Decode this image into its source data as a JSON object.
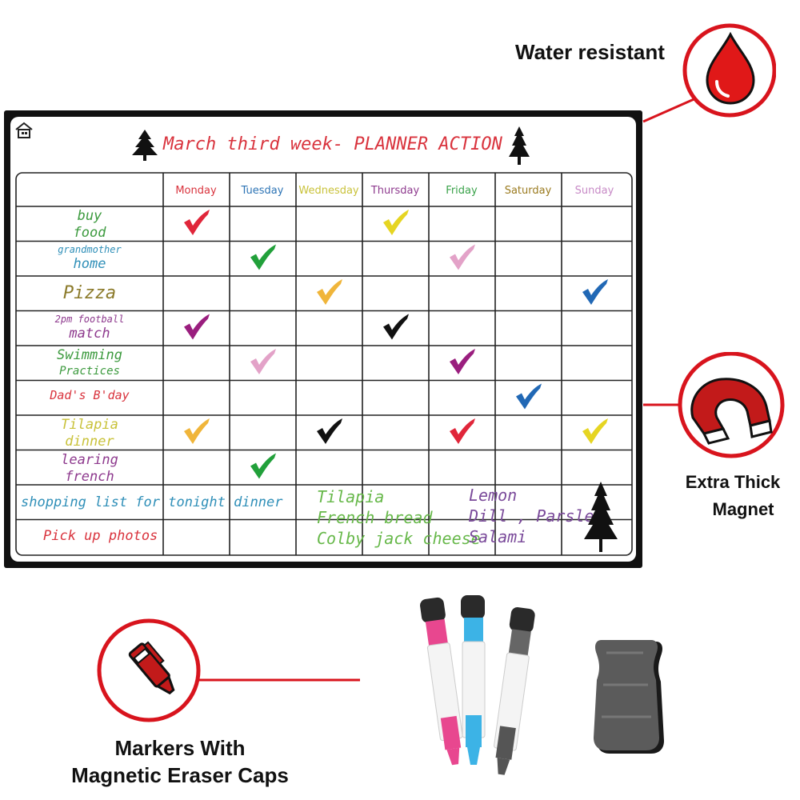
{
  "features": {
    "water": "Water resistant",
    "magnet_line1": "Extra Thick",
    "magnet_line2": "Magnet",
    "markers_line1": "Markers With",
    "markers_line2": "Magnetic Eraser Caps"
  },
  "planner": {
    "title": "March third week- PLANNER ACTION",
    "days": [
      {
        "label": "Monday",
        "color": "#d9333d"
      },
      {
        "label": "Tuesday",
        "color": "#2d74b5"
      },
      {
        "label": "Wednesday",
        "color": "#c9c23a"
      },
      {
        "label": "Thursday",
        "color": "#8e3a8e"
      },
      {
        "label": "Friday",
        "color": "#3aa24a"
      },
      {
        "label": "Saturday",
        "color": "#9a7a1e"
      },
      {
        "label": "Sunday",
        "color": "#c78ac6"
      }
    ],
    "rows": [
      {
        "l1": "buy",
        "l2": "food",
        "color": "#3c9a3e"
      },
      {
        "l1": "grandmother",
        "l2": "home",
        "color": "#2f8fb8"
      },
      {
        "l1": "Pizza",
        "l2": "",
        "color": "#8b7a2a"
      },
      {
        "l1": "2pm football",
        "l2": "match",
        "color": "#8e3a8e"
      },
      {
        "l1": "Swimming",
        "l2": "Practices",
        "color": "#3c9a3e"
      },
      {
        "l1": "Dad's B'day",
        "l2": "",
        "color": "#d9333d"
      },
      {
        "l1": "Tilapia",
        "l2": "dinner",
        "color": "#c9c23a"
      },
      {
        "l1": "learing",
        "l2": "french",
        "color": "#8e3a8e"
      }
    ],
    "checks": [
      {
        "row": 0,
        "day": 0,
        "color": "#e0263a"
      },
      {
        "row": 0,
        "day": 3,
        "color": "#e6d522"
      },
      {
        "row": 1,
        "day": 1,
        "color": "#21a03a"
      },
      {
        "row": 1,
        "day": 4,
        "color": "#e3a2c8"
      },
      {
        "row": 2,
        "day": 2,
        "color": "#f0b53a"
      },
      {
        "row": 2,
        "day": 6,
        "color": "#2168b5"
      },
      {
        "row": 3,
        "day": 0,
        "color": "#9a1e7e"
      },
      {
        "row": 3,
        "day": 3,
        "color": "#111111"
      },
      {
        "row": 4,
        "day": 1,
        "color": "#e3a2c8"
      },
      {
        "row": 4,
        "day": 4,
        "color": "#9a1e7e"
      },
      {
        "row": 5,
        "day": 5,
        "color": "#2168b5"
      },
      {
        "row": 6,
        "day": 0,
        "color": "#f0b53a"
      },
      {
        "row": 6,
        "day": 2,
        "color": "#111111"
      },
      {
        "row": 6,
        "day": 4,
        "color": "#e0263a"
      },
      {
        "row": 6,
        "day": 6,
        "color": "#e6d522"
      },
      {
        "row": 7,
        "day": 1,
        "color": "#21a03a"
      }
    ],
    "shopping_label": "shopping list for tonight dinner",
    "pickup_label": "Pick up photos",
    "list_green": [
      "Tilapia",
      "French bread",
      "Colby jack cheese"
    ],
    "list_purple": [
      "Lemon",
      "Dill , Parsley",
      "Salami"
    ]
  },
  "colors": {
    "accent_red": "#d8141d",
    "title_red": "#d9333d"
  }
}
